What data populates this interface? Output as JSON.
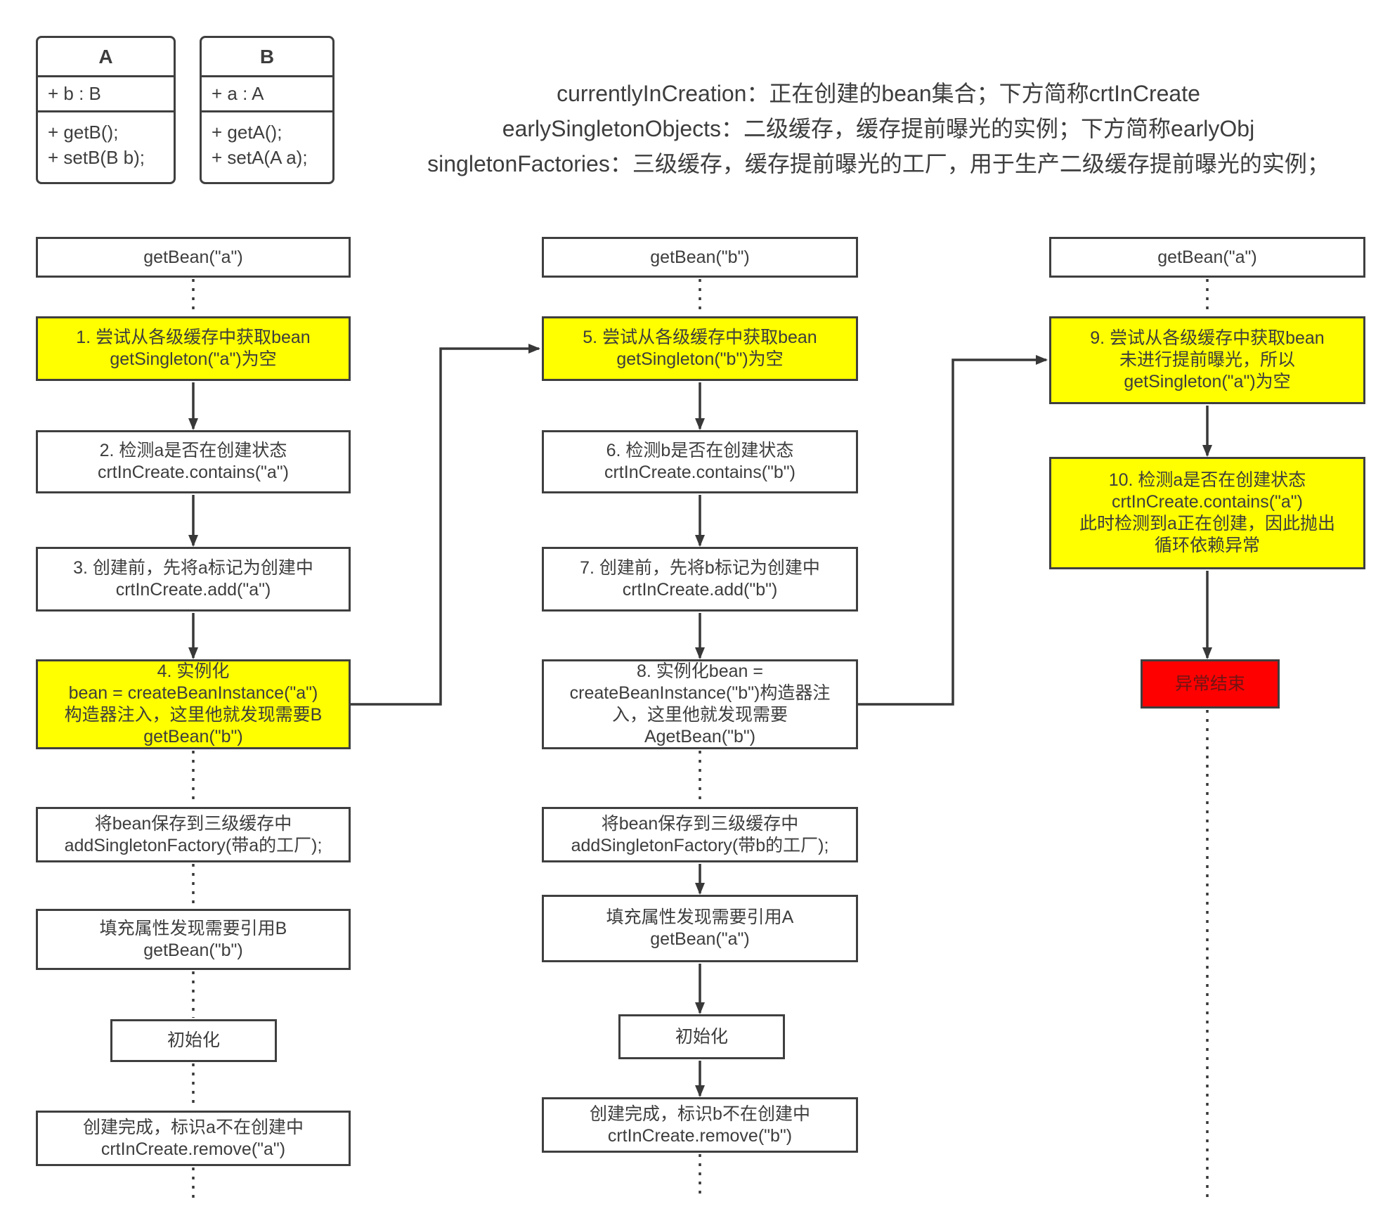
{
  "colors": {
    "highlight_fill": "#ffff00",
    "error_fill": "#ff0000",
    "error_text": "#6f1414",
    "box_border": "#3f3f3f",
    "connector": "#383838"
  },
  "uml": {
    "classA": {
      "title": "A",
      "attribute": "+ b : B",
      "method1": "+ getB();",
      "method2": "+ setB(B b);"
    },
    "classB": {
      "title": "B",
      "attribute": "+ a : A",
      "method1": "+ getA();",
      "method2": "+ setA(A a);"
    }
  },
  "legend": {
    "line1": "currentlyInCreation：正在创建的bean集合；下方简称crtInCreate",
    "line2": "earlySingletonObjects：二级缓存，缓存提前曝光的实例；下方简称earlyObj",
    "line3": "singletonFactories：三级缓存，缓存提前曝光的工厂，用于生产二级缓存提前曝光的实例；"
  },
  "flow": {
    "col1": [
      {
        "lines": [
          "getBean(\"a\")"
        ]
      },
      {
        "lines": [
          "1. 尝试从各级缓存中获取bean",
          "getSingleton(\"a\")为空"
        ]
      },
      {
        "lines": [
          "2. 检测a是否在创建状态",
          "crtInCreate.contains(\"a\")"
        ]
      },
      {
        "lines": [
          "3. 创建前，先将a标记为创建中",
          "crtInCreate.add(\"a\")"
        ]
      },
      {
        "lines": [
          "4. 实例化",
          "bean = createBeanInstance(\"a\")",
          "构造器注入，这里他就发现需要B",
          "getBean(\"b\")"
        ]
      },
      {
        "lines": [
          "将bean保存到三级缓存中",
          "addSingletonFactory(带a的工厂);"
        ]
      },
      {
        "lines": [
          "填充属性发现需要引用B",
          "getBean(\"b\")"
        ]
      },
      {
        "lines": [
          "初始化"
        ]
      },
      {
        "lines": [
          "创建完成，标识a不在创建中",
          "crtInCreate.remove(\"a\")"
        ]
      }
    ],
    "col2": [
      {
        "lines": [
          "getBean(\"b\")"
        ]
      },
      {
        "lines": [
          "5. 尝试从各级缓存中获取bean",
          "getSingleton(\"b\")为空"
        ]
      },
      {
        "lines": [
          "6. 检测b是否在创建状态",
          "crtInCreate.contains(\"b\")"
        ]
      },
      {
        "lines": [
          "7. 创建前，先将b标记为创建中",
          "crtInCreate.add(\"b\")"
        ]
      },
      {
        "lines": [
          "8. 实例化bean =",
          "createBeanInstance(\"b\")构造器注",
          "入，这里他就发现需要",
          "AgetBean(\"b\")"
        ]
      },
      {
        "lines": [
          "将bean保存到三级缓存中",
          "addSingletonFactory(带b的工厂);"
        ]
      },
      {
        "lines": [
          "填充属性发现需要引用A",
          "getBean(\"a\")"
        ]
      },
      {
        "lines": [
          "初始化"
        ]
      },
      {
        "lines": [
          "创建完成，标识b不在创建中",
          "crtInCreate.remove(\"b\")"
        ]
      }
    ],
    "col3": [
      {
        "lines": [
          "getBean(\"a\")"
        ]
      },
      {
        "lines": [
          "9. 尝试从各级缓存中获取bean",
          "未进行提前曝光，所以",
          "getSingleton(\"a\")为空"
        ]
      },
      {
        "lines": [
          "10. 检测a是否在创建状态",
          "crtInCreate.contains(\"a\")",
          "此时检测到a正在创建，因此抛出",
          "循环依赖异常"
        ]
      },
      {
        "lines": [
          "异常结束"
        ]
      }
    ]
  }
}
